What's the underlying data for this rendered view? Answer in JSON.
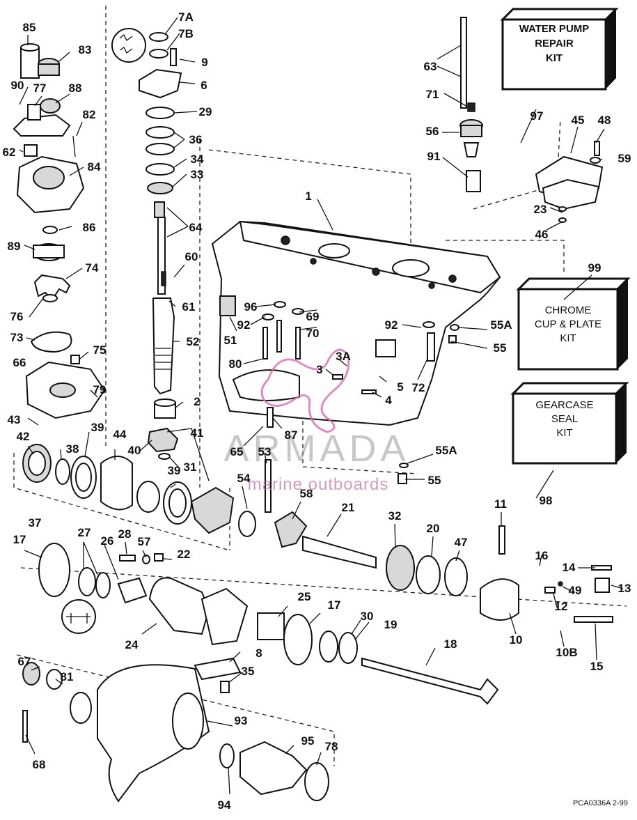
{
  "kits": {
    "water_pump": [
      "WATER PUMP",
      "REPAIR",
      "KIT"
    ],
    "chrome_cup": [
      "CHROME",
      "CUP & PLATE",
      "KIT"
    ],
    "gearcase_seal": [
      "GEARCASE",
      "SEAL",
      "KIT"
    ]
  },
  "watermark": {
    "brand": "ARMADA",
    "tagline": "marine outboards",
    "accent_color": "#d66fae"
  },
  "code": "PCA0336A  2-99",
  "callouts": {
    "c85": "85",
    "c83": "83",
    "c90": "90",
    "c77": "77",
    "c88": "88",
    "c82": "82",
    "c62": "62",
    "c84": "84",
    "c86": "86",
    "c89": "89",
    "c74": "74",
    "c76": "76",
    "c73": "73",
    "c75": "75",
    "c66": "66",
    "c79": "79",
    "c43": "43",
    "c42": "42",
    "c38": "38",
    "c39a": "39",
    "c44": "44",
    "c40": "40",
    "c39b": "39",
    "c41": "41",
    "c31": "31",
    "c37": "37",
    "c7A": "7A",
    "c7B": "7B",
    "c9": "9",
    "c6": "6",
    "c29": "29",
    "c36": "36",
    "c34": "34",
    "c33": "33",
    "c64": "64",
    "c60": "60",
    "c61": "61",
    "c52": "52",
    "c2": "2",
    "c1": "1",
    "c96": "96",
    "c92a": "92",
    "c51": "51",
    "c69": "69",
    "c70": "70",
    "c80": "80",
    "c3A": "3A",
    "c3": "3",
    "c5": "5",
    "c4": "4",
    "c72": "72",
    "c92b": "92",
    "c55Aa": "55A",
    "c55a": "55",
    "c87": "87",
    "c65": "65",
    "c53": "53",
    "c55Ab": "55A",
    "c55b": "55",
    "c54": "54",
    "c58": "58",
    "c21": "21",
    "c32": "32",
    "c20": "20",
    "c47": "47",
    "c11": "11",
    "c16": "16",
    "c14": "14",
    "c13": "13",
    "c49": "49",
    "c12": "12",
    "c10": "10",
    "c10B": "10B",
    "c15": "15",
    "c63": "63",
    "c71": "71",
    "c56": "56",
    "c91": "91",
    "c97": "97",
    "c45": "45",
    "c48": "48",
    "c59": "59",
    "c23": "23",
    "c46": "46",
    "c99": "99",
    "c98": "98",
    "c17a": "17",
    "c27": "27",
    "c26": "26",
    "c28": "28",
    "c57": "57",
    "c22": "22",
    "c24": "24",
    "c25": "25",
    "c17b": "17",
    "c30": "30",
    "c19": "19",
    "c18": "18",
    "c8": "8",
    "c35": "35",
    "c67": "67",
    "c81": "81",
    "c68": "68",
    "c93": "93",
    "c95": "95",
    "c78": "78",
    "c94": "94"
  }
}
